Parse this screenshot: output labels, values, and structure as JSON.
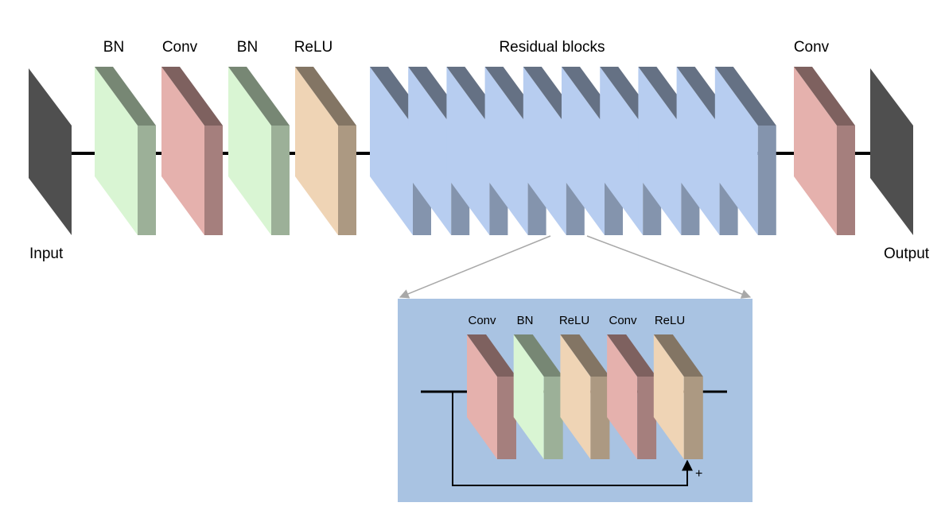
{
  "input_label": "Input",
  "output_label": "Output",
  "main_layer_labels": {
    "bn1": "BN",
    "conv1": "Conv",
    "bn2": "BN",
    "relu1": "ReLU",
    "residual_blocks": "Residual blocks",
    "conv_out": "Conv"
  },
  "residual_block_count": 10,
  "residual_detail": {
    "layer_labels": [
      "Conv",
      "BN",
      "ReLU",
      "Conv",
      "ReLU"
    ],
    "skip_symbol": "+"
  },
  "colors": {
    "io": "#4f4f4f",
    "bn": "#d9f5d3",
    "conv": "#e5b1ad",
    "relu": "#efd4b5",
    "residual": "#b7cdf0",
    "panel": "#a9c3e2",
    "line": "#000000",
    "zoom_arrow": "#a8a8a8"
  }
}
